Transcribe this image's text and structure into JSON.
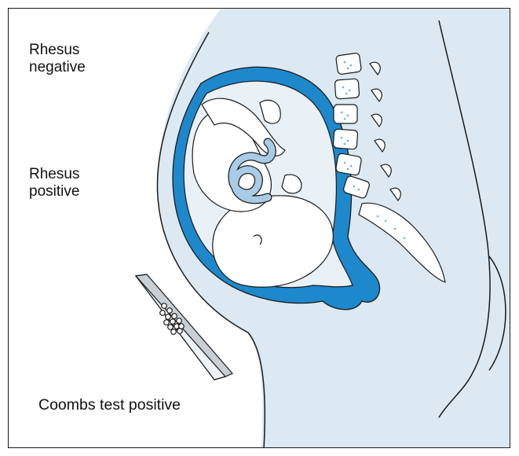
{
  "labels": {
    "rhesus_negative": "Rhesus\nnegative",
    "rhesus_positive": "Rhesus\npositive",
    "coombs_test": "Coombs test positive"
  },
  "colors": {
    "uterus_wall": "#1e88cc",
    "body_fill": "#dde9f2",
    "amniotic_fill": "#e9f1f7",
    "cord_fill": "#a9cbe6",
    "outline": "#1a1a1a",
    "spine_dots": "#6fb3d6"
  }
}
